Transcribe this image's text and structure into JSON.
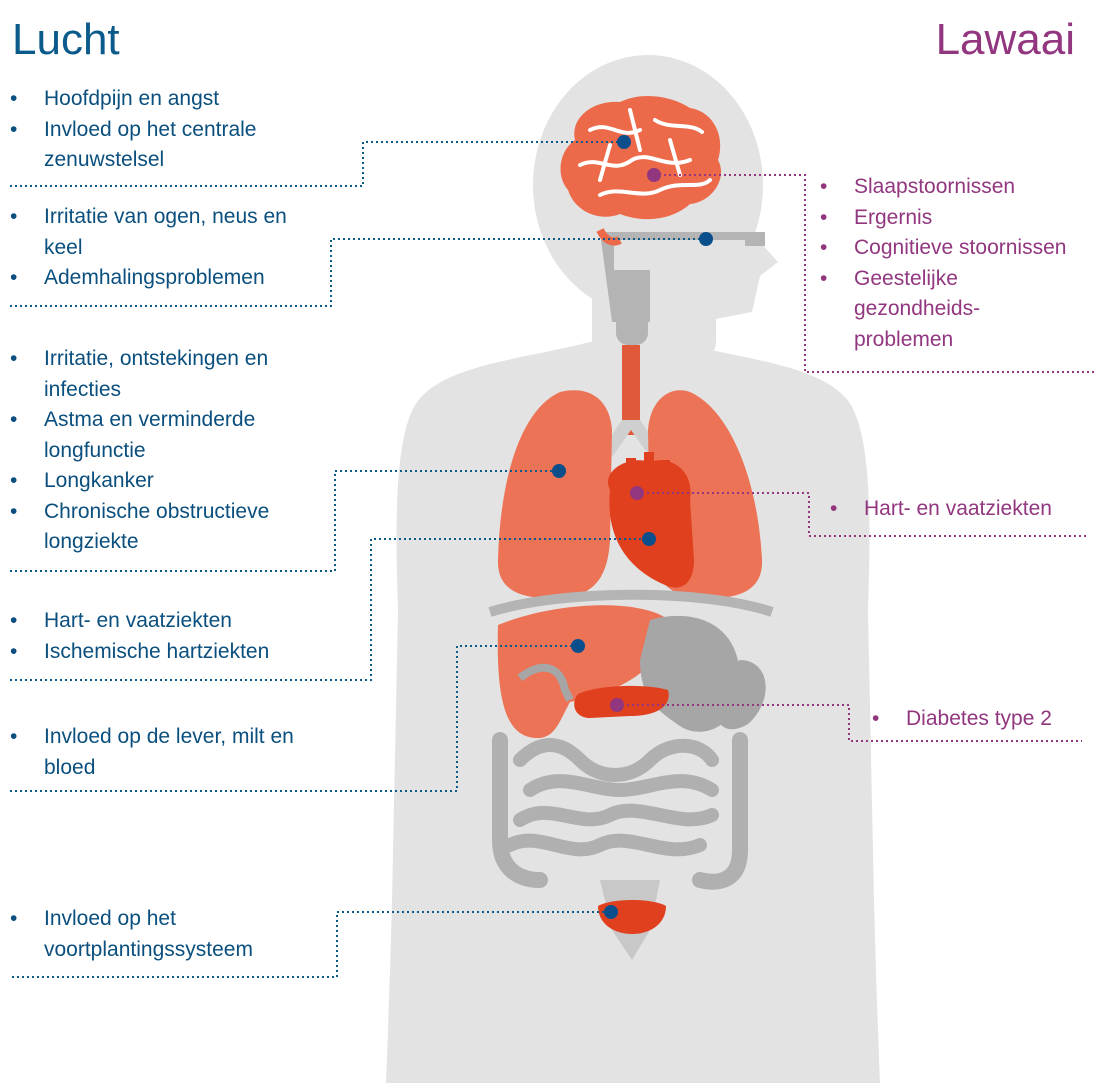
{
  "titles": {
    "air": "Lucht",
    "noise": "Lawaai"
  },
  "colors": {
    "air": "#0a5a8c",
    "noise": "#92367f",
    "silhouette": "#e3e3e3",
    "organ_red": "#e05a3a",
    "organ_salmon": "#ec7356",
    "organ_gray": "#a6a6a6"
  },
  "air_effects": [
    {
      "items": [
        "Hoofdpijn en angst",
        "Invloed op het centrale zenuwstelsel"
      ]
    },
    {
      "items": [
        "Irritatie van ogen, neus en keel",
        "Ademhalingsproblemen"
      ]
    },
    {
      "items": [
        "Irritatie, ontstekingen en infecties",
        "Astma en verminderde longfunctie",
        "Longkanker",
        "Chronische obstructieve longziekte"
      ]
    },
    {
      "items": [
        "Hart- en vaatziekten",
        "Ischemische hartziekten"
      ]
    },
    {
      "items": [
        "Invloed op de lever, milt en bloed"
      ]
    },
    {
      "items": [
        "Invloed op het voortplantingssysteem"
      ]
    }
  ],
  "noise_effects": [
    {
      "items": [
        "Slaapstoornissen",
        "Ergernis",
        "Cognitieve stoornissen",
        "Geestelijke gezondheids-problemen"
      ]
    },
    {
      "items": [
        "Hart- en vaatziekten"
      ]
    },
    {
      "items": [
        "Diabetes type 2"
      ]
    }
  ]
}
